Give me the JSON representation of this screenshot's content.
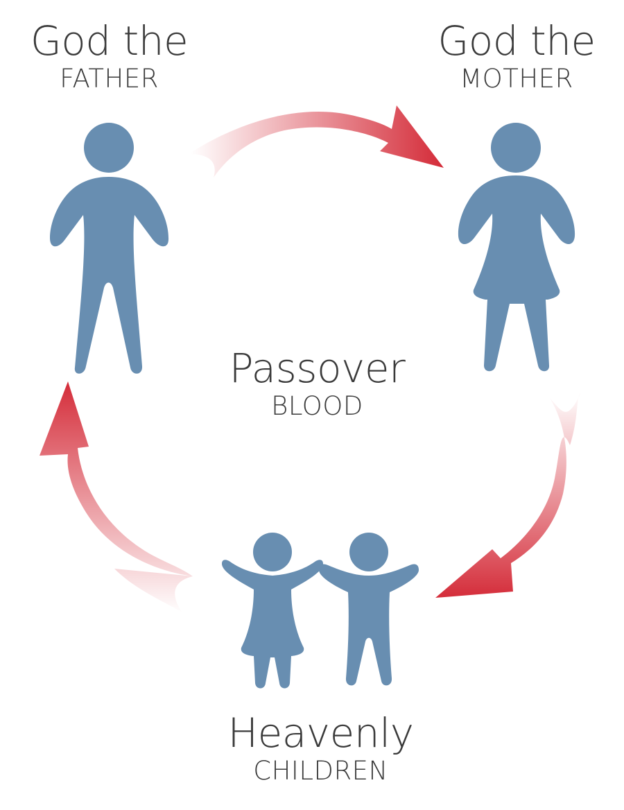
{
  "father": {
    "title": "God the",
    "subtitle": "FATHER"
  },
  "mother": {
    "title": "God the",
    "subtitle": "MOTHER"
  },
  "center": {
    "title": "Passover",
    "subtitle": "BLOOD"
  },
  "children": {
    "title": "Heavenly",
    "subtitle": "CHILDREN"
  },
  "colors": {
    "figure": "#688eb1",
    "arrow": "#d42b38",
    "text": "#3a3a3a"
  },
  "icons": [
    "father-figure-icon",
    "mother-figure-icon",
    "girl-figure-icon",
    "boy-figure-icon",
    "cycle-arrow-icon"
  ]
}
